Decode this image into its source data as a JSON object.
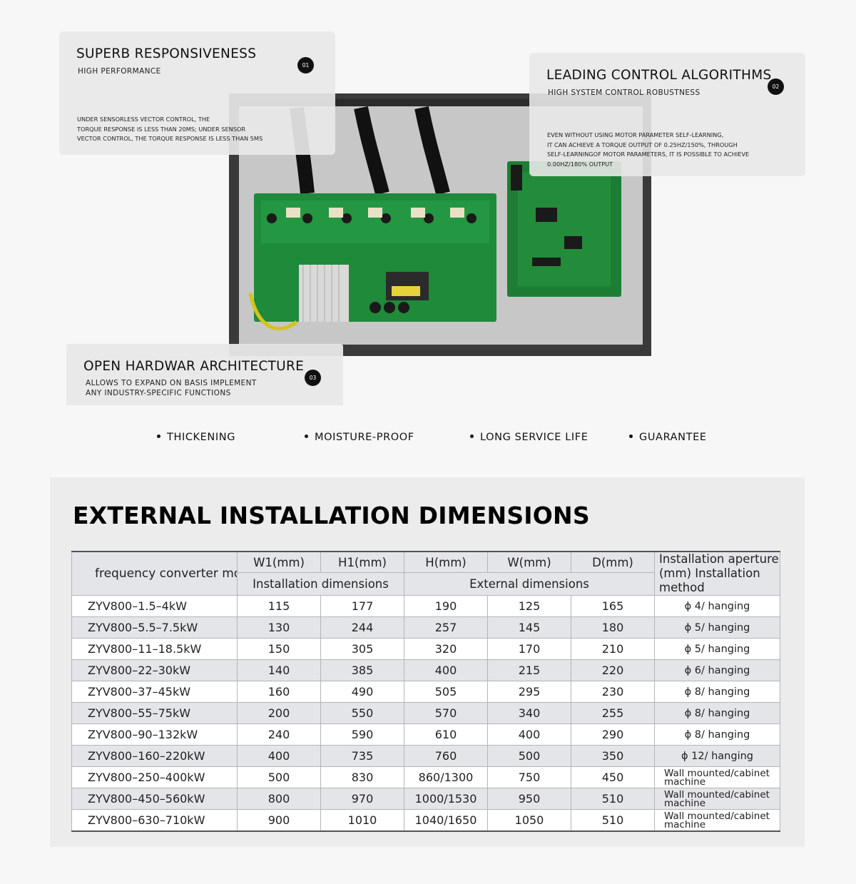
{
  "cards": [
    {
      "title": "SUPERB RESPONSIVENESS",
      "sub": "HIGH PERFORMANCE",
      "num": "01",
      "body": [
        "UNDER SENSORLESS VECTOR CONTROL, THE",
        "TORQUE RESPONSE IS LESS THAN 20MS; UNDER SENSOR",
        "VECTOR CONTROL, THE TORQUE RESPONSE IS LESS THAN 5MS"
      ]
    },
    {
      "title": "LEADING CONTROL ALGORITHMS",
      "sub": "HIGH SYSTEM CONTROL ROBUSTNESS",
      "num": "02",
      "body": [
        "EVEN WITHOUT USING MOTOR PARAMETER SELF-LEARNING,",
        "IT CAN ACHIEVE A TORQUE OUTPUT OF 0.25HZ/150%, THROUGH",
        "SELF-LEARNINGOF MOTOR PARAMETERS, IT IS POSSIBLE TO ACHIEVE",
        "0.00HZ/180% OUTPUT"
      ]
    },
    {
      "title": "OPEN HARDWAR ARCHITECTURE",
      "num": "03",
      "sub1": "ALLOWS TO EXPAND ON BASIS IMPLEMENT",
      "sub2": "ANY INDUSTRY-SPECIFIC FUNCTIONS"
    }
  ],
  "features": [
    "THICKENING",
    "MOISTURE-PROOF",
    "LONG SERVICE LIFE",
    "GUARANTEE"
  ],
  "dimensions": {
    "title": "EXTERNAL INSTALLATION DIMENSIONS",
    "headers": {
      "model": "frequency converter model",
      "w1": "W1(mm)",
      "h1": "H1(mm)",
      "h": "H(mm)",
      "w": "W(mm)",
      "d": "D(mm)",
      "aperture": "Installation aperture (mm) Installation method",
      "install_group": "Installation dimensions",
      "external_group": "External dimensions"
    },
    "rows": [
      {
        "model": "ZYV800–1.5–4kW",
        "w1": "115",
        "h1": "177",
        "h": "190",
        "w": "125",
        "d": "165",
        "method": "ϕ 4/ hanging"
      },
      {
        "model": "ZYV800–5.5–7.5kW",
        "w1": "130",
        "h1": "244",
        "h": "257",
        "w": "145",
        "d": "180",
        "method": "ϕ 5/ hanging"
      },
      {
        "model": "ZYV800–11–18.5kW",
        "w1": "150",
        "h1": "305",
        "h": "320",
        "w": "170",
        "d": "210",
        "method": "ϕ 5/ hanging"
      },
      {
        "model": "ZYV800–22–30kW",
        "w1": "140",
        "h1": "385",
        "h": "400",
        "w": "215",
        "d": "220",
        "method": "ϕ 6/ hanging"
      },
      {
        "model": "ZYV800–37–45kW",
        "w1": "160",
        "h1": "490",
        "h": "505",
        "w": "295",
        "d": "230",
        "method": "ϕ 8/ hanging"
      },
      {
        "model": "ZYV800–55–75kW",
        "w1": "200",
        "h1": "550",
        "h": "570",
        "w": "340",
        "d": "255",
        "method": "ϕ 8/ hanging"
      },
      {
        "model": "ZYV800–90–132kW",
        "w1": "240",
        "h1": "590",
        "h": "610",
        "w": "400",
        "d": "290",
        "method": "ϕ 8/ hanging"
      },
      {
        "model": "ZYV800–160–220kW",
        "w1": "400",
        "h1": "735",
        "h": "760",
        "w": "500",
        "d": "350",
        "method": "ϕ 12/ hanging"
      },
      {
        "model": "ZYV800–250–400kW",
        "w1": "500",
        "h1": "830",
        "h": "860/1300",
        "w": "750",
        "d": "450",
        "method": "Wall mounted/cabinet machine"
      },
      {
        "model": "ZYV800–450–560kW",
        "w1": "800",
        "h1": "970",
        "h": "1000/1530",
        "w": "950",
        "d": "510",
        "method": "Wall mounted/cabinet machine"
      },
      {
        "model": "ZYV800–630–710kW",
        "w1": "900",
        "h1": "1010",
        "h": "1040/1650",
        "w": "1050",
        "d": "510",
        "method": "Wall mounted/cabinet machine"
      }
    ]
  }
}
